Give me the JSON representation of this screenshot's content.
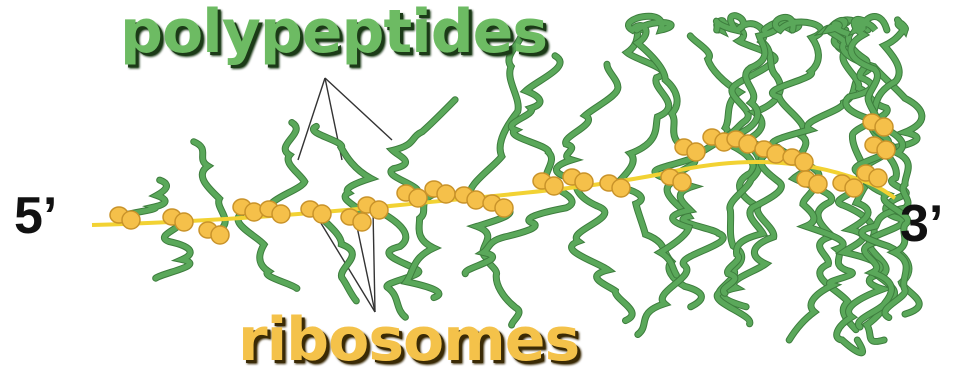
{
  "labels": {
    "polypeptides": "polypeptides",
    "ribosomes": "ribosomes",
    "five_prime": "5’",
    "three_prime": "3’"
  },
  "colors": {
    "mrna": "#f2d233",
    "ribosome_fill": "#f5c04a",
    "ribosome_stroke": "#c9932a",
    "polypeptide": "#5aa85a",
    "polypeptide_dark": "#3d7d3d",
    "pointer_line": "#333333"
  }
}
